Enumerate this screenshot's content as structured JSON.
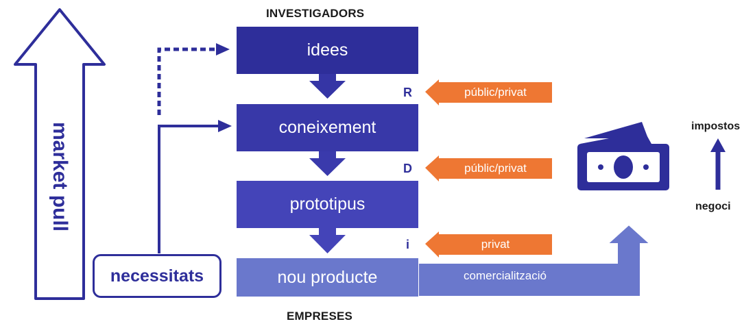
{
  "headers": {
    "top": "INVESTIGADORS",
    "bottom": "EMPRESES"
  },
  "left": {
    "market_pull": "market pull",
    "needs": "necessitats"
  },
  "stages": [
    {
      "label": "idees",
      "color": "#2e2e9a"
    },
    {
      "label": "coneixement",
      "color": "#3838a8"
    },
    {
      "label": "prototipus",
      "color": "#4444b8"
    },
    {
      "label": "nou producte",
      "color": "#6a78cc"
    }
  ],
  "letters": [
    "R",
    "D",
    "i"
  ],
  "funding": [
    "públic/privat",
    "públic/privat",
    "privat"
  ],
  "commercial": "comercialització",
  "right": {
    "taxes": "impostos",
    "business": "negoci",
    "money_icon": "banknotes-icon"
  },
  "colors": {
    "navy": "#2e2e9a",
    "orange": "#ee7733",
    "light": "#6a78cc"
  }
}
